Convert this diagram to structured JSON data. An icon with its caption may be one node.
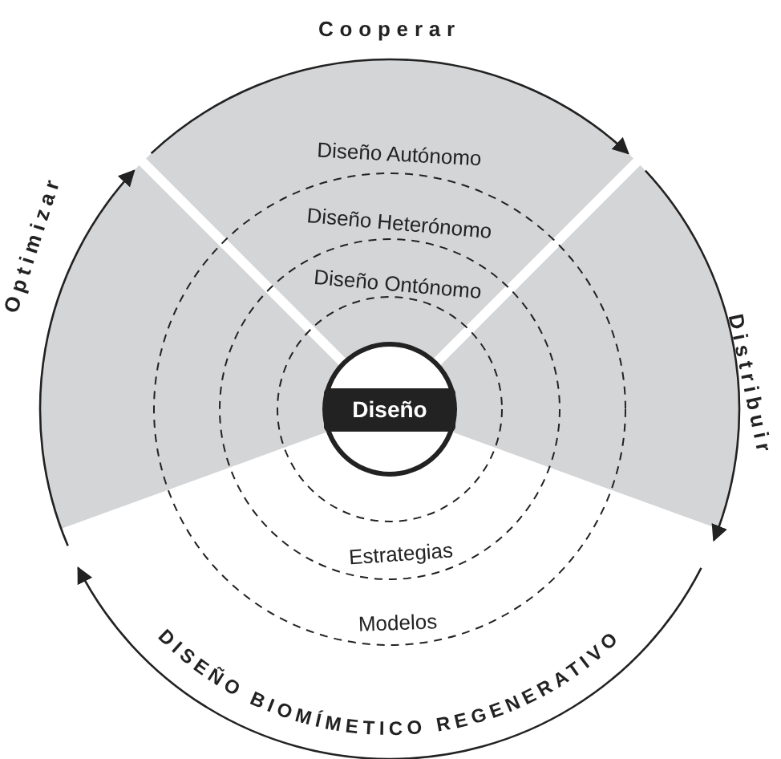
{
  "diagram": {
    "nodes": [
      {
        "text": [
          "Diseño"
        ]
      }
    ],
    "labels": [
      "Cooperar",
      "Optimizar",
      "Distribuir",
      "Diseño Autónomo",
      "Diseño Heterónomo",
      "Diseño Ontónomo",
      "Estrategias",
      "Modelos",
      "DISEÑO BIOMÍMETICO REGENERATIVO"
    ]
  }
}
